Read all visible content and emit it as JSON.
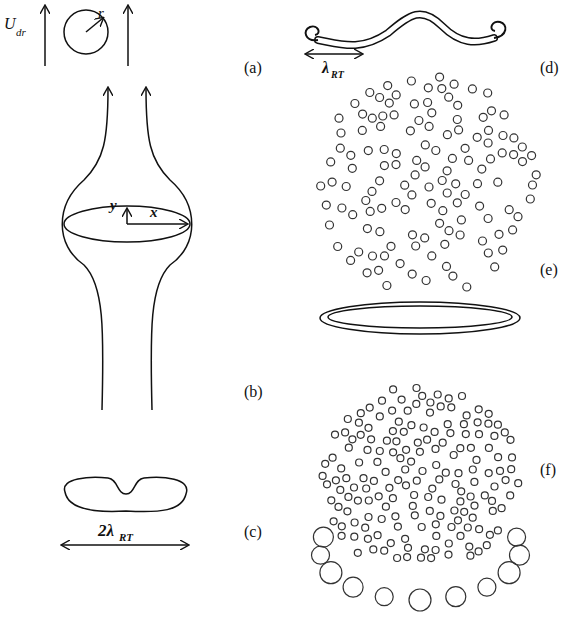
{
  "diagram": {
    "labels": [
      "U",
      "dr",
      "r",
      "(a)",
      "y",
      "x",
      "(b)",
      "2λ",
      "RT",
      "(c)",
      "λ",
      "RT",
      "(d)",
      "(e)",
      "(f)"
    ]
  }
}
